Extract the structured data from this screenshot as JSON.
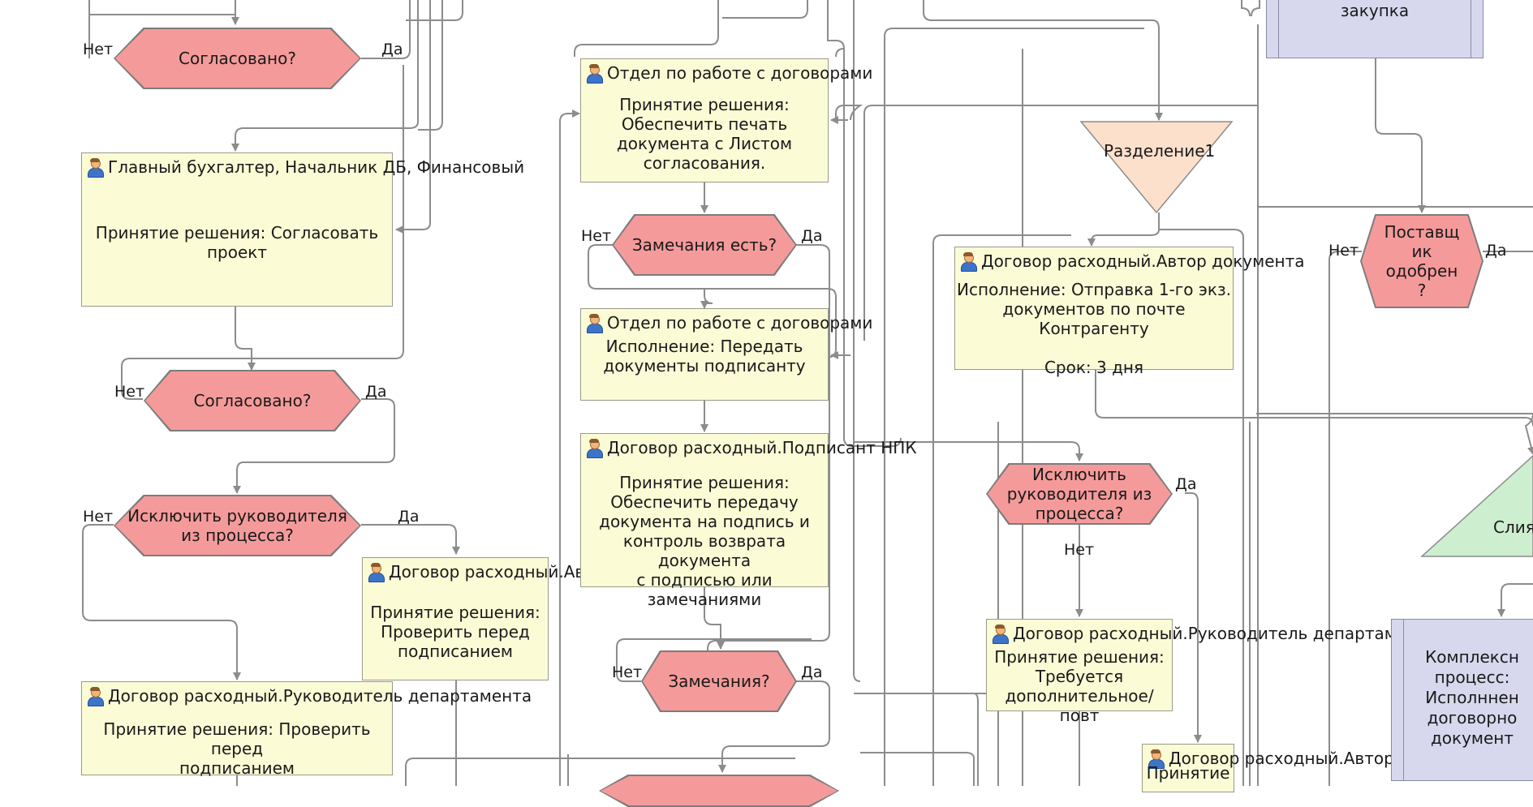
{
  "colors": {
    "decision_fill": "#f59a9a",
    "task_fill": "#fbfbd6",
    "subprocess_fill": "#d7d8ee",
    "split_fill": "#fde0cc",
    "merge_fill": "#cdeecf",
    "edge": "#8c8c8c"
  },
  "icons": {
    "performer": "user-icon"
  },
  "decisions": {
    "d1": "Согласовано?",
    "d2": "Согласовано?",
    "d3": "Исключить руководителя\nиз процесса?",
    "d4": "Замечания есть?",
    "d5": "Замечания?",
    "d6": "Исключить\nруководителя из\nпроцесса?",
    "d7": "Поставщ\nик\nодобрен\n?"
  },
  "tasks": {
    "t1": {
      "performer": "Главный бухгалтер, Начальник ДБ, Финансовый",
      "text": "Принятие решения: Согласовать\nпроект"
    },
    "t2": {
      "performer": "Договор расходный.Автор документа",
      "text": "Принятие решения:\nПроверить перед\nподписанием"
    },
    "t3": {
      "performer": "Договор расходный.Руководитель департамента",
      "text": "Принятие решения: Проверить перед\nподписанием"
    },
    "t4": {
      "performer": "Отдел по работе с договорами",
      "text": "Принятие решения:\nОбеспечить печать\nдокумента с Листом\nсогласования."
    },
    "t5": {
      "performer": "Отдел по работе с договорами",
      "text": "Исполнение: Передать\nдокументы подписанту"
    },
    "t6": {
      "performer": "Договор расходный.Подписант НПК",
      "text": "Принятие решения:\nОбеспечить передачу\nдокумента на подпись и\nконтроль возврата документа\nс подписью или замечаниями"
    },
    "t7": {
      "performer": "Договор расходный.Автор документа",
      "text": "Исполнение: Отправка 1-го экз.\nдокументов по почте Контрагенту\n\nСрок: 3 дня"
    },
    "t8": {
      "performer": "Договор расходный.Руководитель департамента ответственного",
      "text": "Принятие решения:\nТребуется\nдополнительное/повт"
    },
    "t9": {
      "performer": "Договор расходный.Автор документа",
      "text": "Принятие"
    }
  },
  "subprocesses": {
    "s1": "закупка",
    "s2": "Комплексн\nпроцесс:\nИсполннен\nдоговорно\nдокумент"
  },
  "split": {
    "label": "Разделение1"
  },
  "merge": {
    "label": "Слия"
  },
  "labels": {
    "yes": "Да",
    "no": "Нет"
  }
}
